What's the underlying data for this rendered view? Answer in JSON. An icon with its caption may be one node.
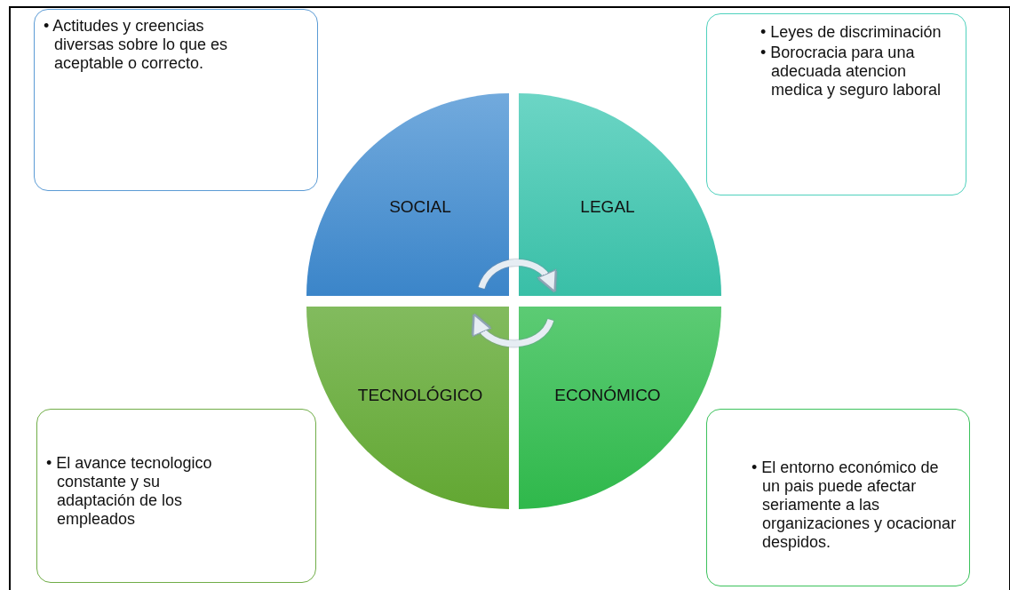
{
  "diagram": {
    "nodes": [
      {
        "text": [
          "• Actitudes y creencias diversas sobre lo que es aceptable o correcto."
        ]
      },
      {
        "text": [
          "• Leyes de discriminación",
          "• Borocracia para una adecuada atencion medica y seguro laboral"
        ]
      },
      {
        "text": [
          "SOCIAL"
        ]
      },
      {
        "text": [
          "LEGAL"
        ]
      },
      {
        "text": [
          "TECNOLÓGICO"
        ]
      },
      {
        "text": [
          "ECONÓMICO"
        ]
      },
      {
        "text": [
          "• El avance tecnologico constante y su adaptación de los empleados"
        ]
      },
      {
        "text": [
          "• El entorno económico de un pais puede afectar seriamente a las organizaciones y ocacionar despidos."
        ]
      }
    ],
    "edges": [
      {
        "from": 2,
        "to": 3,
        "arrow": "to"
      },
      {
        "from": 5,
        "to": 4,
        "arrow": "to"
      }
    ]
  }
}
